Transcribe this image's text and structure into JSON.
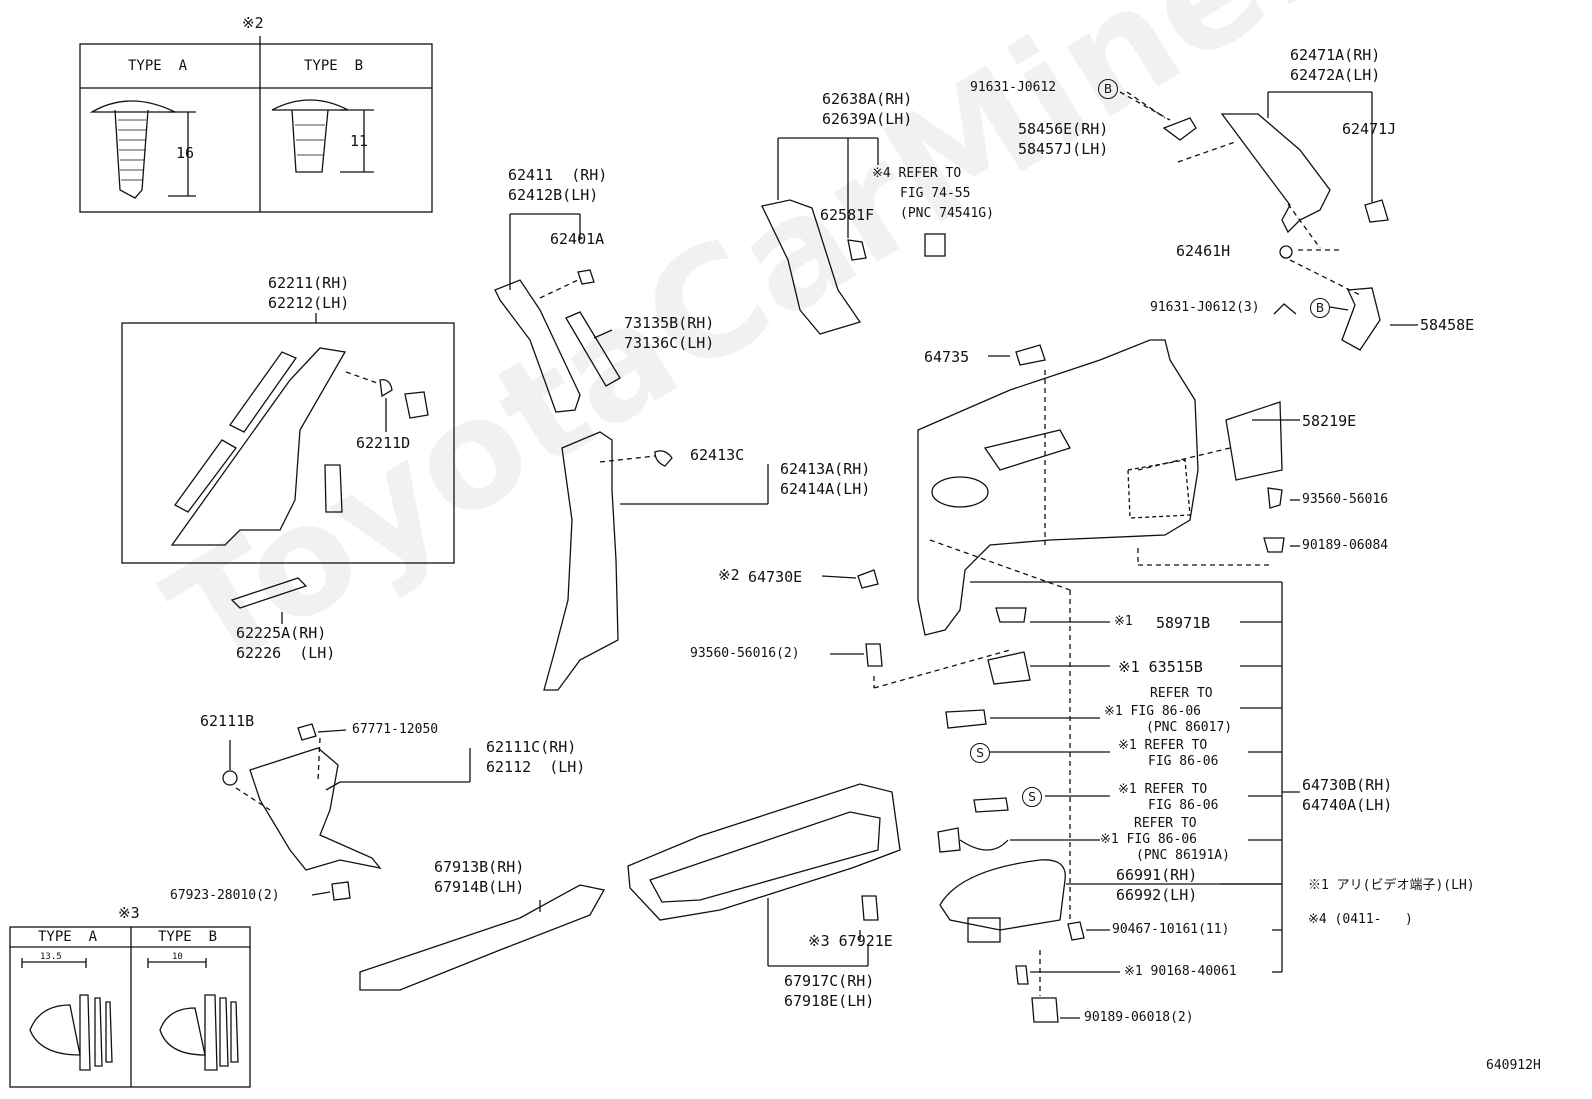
{
  "watermark": "ToyotaCarMine.ru",
  "figure_id": "640912H",
  "clip_box_top": {
    "mark": "※2",
    "type_a": "TYPE  A",
    "type_b": "TYPE  B",
    "dim_a": "16",
    "dim_b": "11"
  },
  "clip_box_bottom": {
    "mark": "※3",
    "type_a": "TYPE  A",
    "type_b": "TYPE  B",
    "dim_a": "13.5",
    "dim_b": "10"
  },
  "parts": {
    "p62211_rh": "62211(RH)",
    "p62212_lh": "62212(LH)",
    "p62211d": "62211D",
    "p62225a": "62225A(RH)",
    "p62226": "62226  (LH)",
    "p62411": "62411  (RH)",
    "p62412b": "62412B(LH)",
    "p62401a": "62401A",
    "p73135b": "73135B(RH)",
    "p73136c": "73136C(LH)",
    "p62413c": "62413C",
    "p62413a": "62413A(RH)",
    "p62414a": "62414A(LH)",
    "p62638a": "62638A(RH)",
    "p62639a": "62639A(LH)",
    "ref4_line1": "※4 REFER TO",
    "ref4_line2": "FIG 74-55",
    "ref4_line3": "(PNC 74541G)",
    "p62581f": "62581F",
    "p91631_top": "91631-J0612",
    "p58456e": "58456E(RH)",
    "p58457j": "58457J(LH)",
    "p62471a": "62471A(RH)",
    "p62472a": "62472A(LH)",
    "p62471j": "62471J",
    "p62461h": "62461H",
    "p91631_mid": "91631-J0612(3)",
    "p58458e": "58458E",
    "p64735": "64735",
    "p58219e": "58219E",
    "p93560_r": "93560-56016",
    "p90189_06084": "90189-06084",
    "mark2_64730e": "※2",
    "p64730e": "64730E",
    "p93560_l": "93560-56016(2)",
    "mark1_58971b": "※1",
    "p58971b": "58971B",
    "p63515b": "※1 63515B",
    "ref_a1": "REFER TO",
    "ref_a2": "※1 FIG 86-06",
    "ref_a3": "(PNC 86017)",
    "ref_b1": "※1 REFER TO",
    "ref_b2": "FIG 86-06",
    "ref_c1": "※1 REFER TO",
    "ref_c2": "FIG 86-06",
    "ref_d1": "REFER TO",
    "ref_d2": "※1 FIG 86-06",
    "ref_d3": "(PNC 86191A)",
    "p64730b": "64730B(RH)",
    "p64740a": "64740A(LH)",
    "p66991": "66991(RH)",
    "p66992": "66992(LH)",
    "p90467": "90467-10161(11)",
    "p90168": "※1 90168-40061",
    "p90189_06018": "90189-06018(2)",
    "note1": "※1 アリ(ビデオ端子)(LH)",
    "note4": "※4 (0411-   )",
    "p62111b": "62111B",
    "p67771": "67771-12050",
    "p62111c": "62111C(RH)",
    "p62112": "62112  (LH)",
    "p67923": "67923-28010(2)",
    "p67913b": "67913B(RH)",
    "p67914b": "67914B(LH)",
    "p67921e": "※3 67921E",
    "p67917c": "67917C(RH)",
    "p67918e": "67918E(LH)",
    "circle_b": "B",
    "circle_s": "S"
  }
}
